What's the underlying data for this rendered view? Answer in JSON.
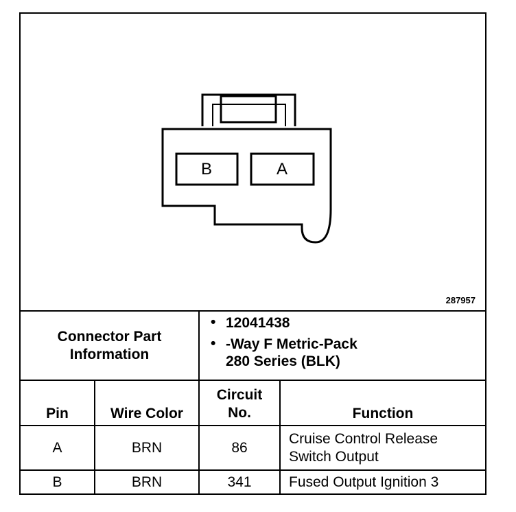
{
  "figure_id": "287957",
  "connector": {
    "pin_labels": [
      "B",
      "A"
    ],
    "part_label_line1": "Connector Part",
    "part_label_line2": "Information",
    "part_number": "12041438",
    "description_line1": "-Way F Metric-Pack",
    "description_line2": "280 Series (BLK)"
  },
  "table": {
    "headers": {
      "pin": "Pin",
      "wire_color": "Wire Color",
      "circuit_line1": "Circuit",
      "circuit_line2": "No.",
      "function": "Function"
    },
    "rows": [
      {
        "pin": "A",
        "wire_color": "BRN",
        "circuit": "86",
        "function_line1": "Cruise Control Release",
        "function_line2": "Switch Output"
      },
      {
        "pin": "B",
        "wire_color": "BRN",
        "circuit": "341",
        "function_line1": "Fused Output Ignition 3",
        "function_line2": ""
      }
    ]
  }
}
